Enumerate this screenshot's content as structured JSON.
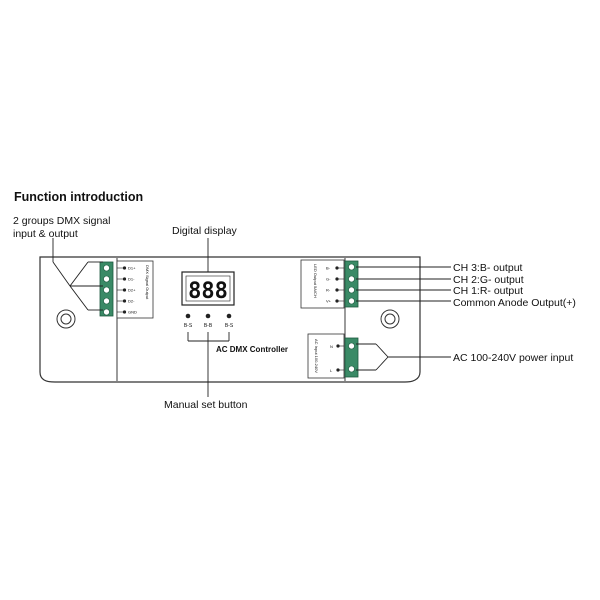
{
  "heading": "Function introduction",
  "callouts": {
    "dmx_line1": "2 groups DMX signal",
    "dmx_line2": "input & output",
    "digital_display": "Digital display",
    "manual_button": "Manual set button",
    "ch3": "CH 3:B- output",
    "ch2": "CH 2:G- output",
    "ch1": "CH 1:R- output",
    "common_anode": "Common Anode Output(+)",
    "power": "AC 100-240V power input"
  },
  "device": {
    "product_label": "AC DMX Controller",
    "display_value": "888",
    "dmx_block": {
      "side_text": "DMX Signal Output",
      "pins": [
        "D1+",
        "D1-",
        "D2+",
        "D2-",
        "GND"
      ]
    },
    "output_block": {
      "side_text": "LED Output 5A/CH",
      "pins": [
        "B-",
        "G-",
        "R-",
        "V+"
      ]
    },
    "power_block": {
      "side_text": "AC Input 100-240V",
      "pins": [
        "N",
        "L"
      ]
    },
    "buttons": [
      "B-S",
      "B-B",
      "B-S"
    ]
  }
}
